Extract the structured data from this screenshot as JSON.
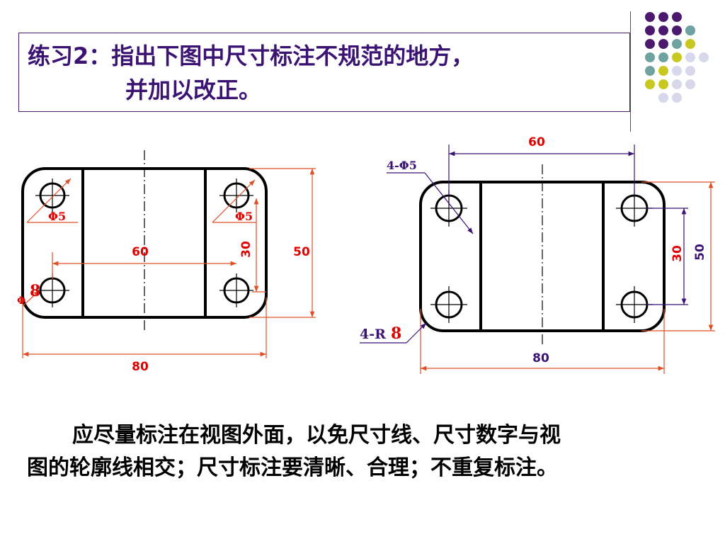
{
  "title": {
    "line1": "练习2：指出下图中尺寸标注不规范的地方，",
    "line2": "并加以改正。"
  },
  "colors": {
    "title": "#3a1373",
    "outline": "#000000",
    "dimension": "#e05028",
    "dimension_corrected": "#3a1373",
    "accent_red": "#e00000",
    "dot_purple": "#4b1a6e",
    "dot_teal": "#6ea3a0",
    "dot_yellow": "#c8c820",
    "dot_lavender": "#d8d8ec"
  },
  "left_drawing": {
    "dims": {
      "phi_left": "Φ5",
      "phi_right": "Φ5",
      "inner_width": "60",
      "inner_height": "30",
      "outer_height": "50",
      "outer_width": "80",
      "radius_prefix": "Φ",
      "radius_value": "8"
    }
  },
  "right_drawing": {
    "dims": {
      "top_width": "60",
      "holes": "4-Φ5",
      "inner_height": "30",
      "outer_height": "50",
      "bottom_width": "80",
      "radius_prefix": "4-R",
      "radius_value": "8"
    }
  },
  "explanation": {
    "line1": "应尽量标注在视图外面，以免尺寸线、尺寸数字与视",
    "line2": "图的轮廓线相交；尺寸标注要清晰、合理；不重复标注。"
  }
}
